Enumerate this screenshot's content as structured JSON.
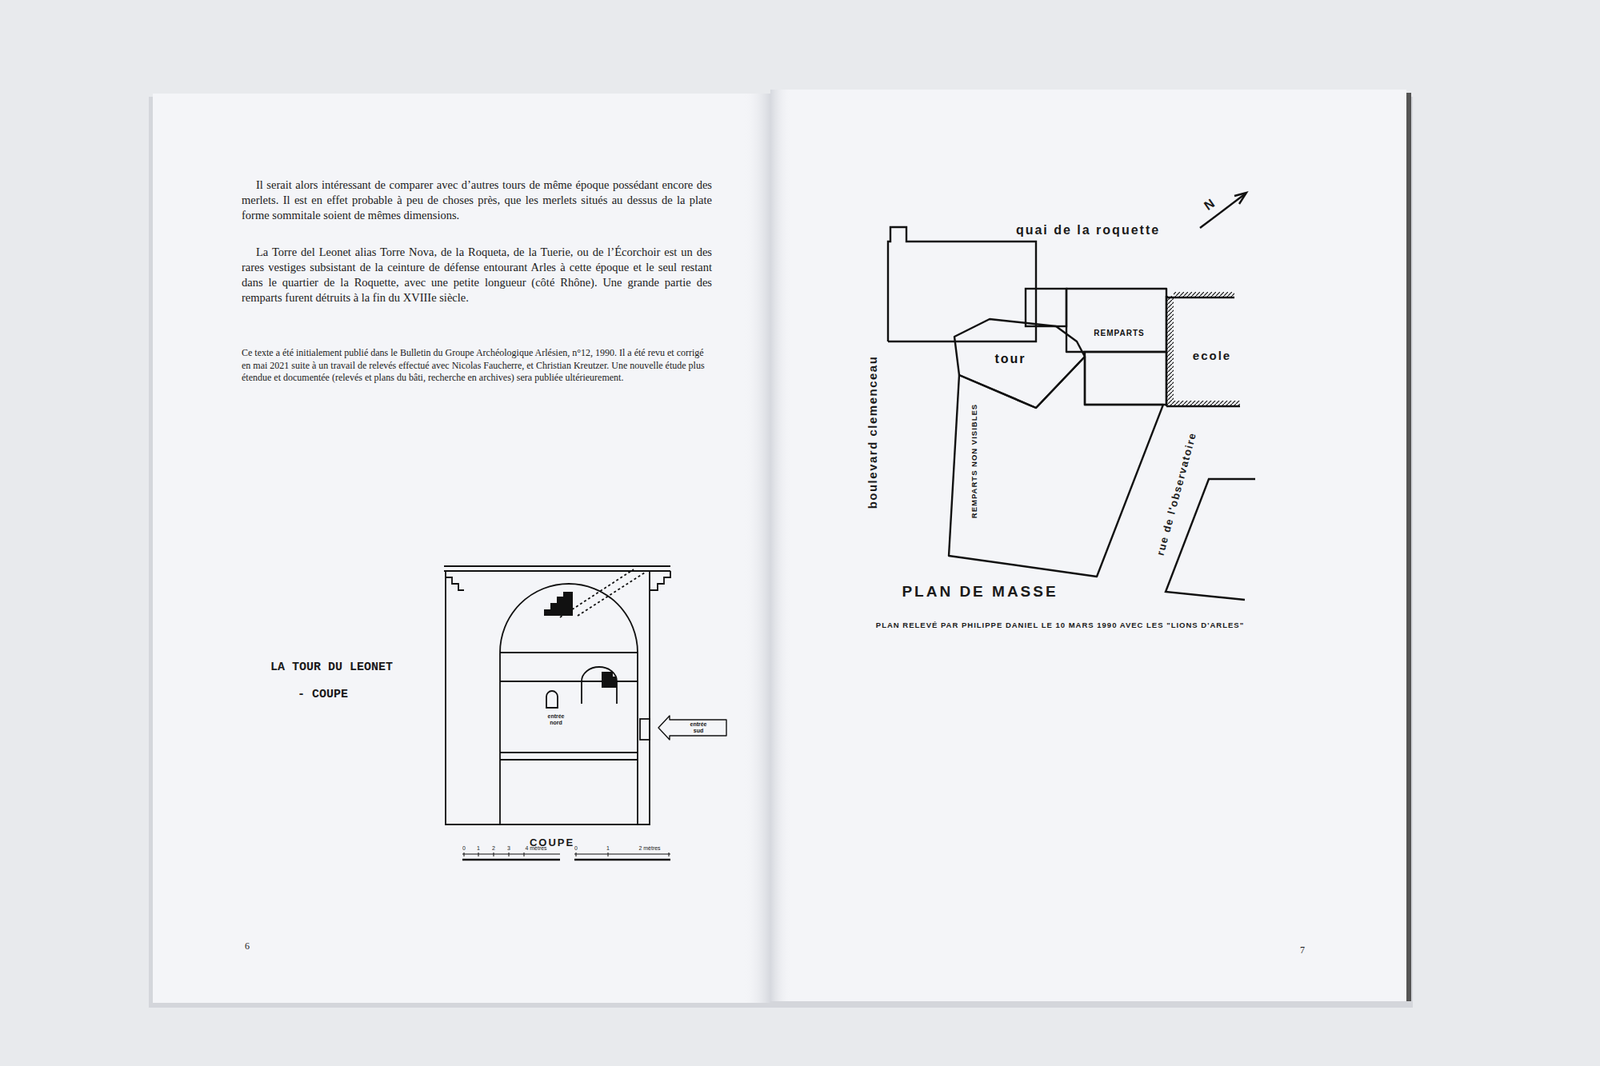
{
  "diagram": {
    "nodes": [
      {
        "text": [
          "tour"
        ]
      },
      {
        "text": [
          "REMPARTS"
        ]
      },
      {
        "text": [
          "REMPARTS NON VISIBLES"
        ]
      },
      {
        "text": [
          "entrée sud"
        ]
      }
    ],
    "labels": [
      "Il serait alors intéressant de comparer avec d’autres tours de même époque possédant encore des merlets. Il est en effet probable à peu de choses près, que les merlets situés au dessus de la plate forme sommitale soient de mêmes dimensions.",
      "La Torre del Leonet alias Torre Nova, de la Roqueta, de la Tuerie, ou de l’Écorchoir est un des rares vestiges subsistant de la ceinture de défense entourant Arles à cette époque et le seul restant dans le quartier de la Roquette, avec une petite longueur (côté Rhône). Une grande partie des remparts furent détruits à la fin du XVIIIe siècle.",
      "Ce texte a été initialement publié dans le Bulletin du Groupe Archéologique Arlésien, n°12, 1990. Il a été revu et corrigé en mai 2021 suite à un travail de relevés effectué avec Nicolas Faucherre, et Christian Kreutzer. Une nouvelle étude plus étendue et documentée (relevés et plans du bâti, recherche en archives) sera publiée ultérieurement.",
      "LA TOUR DU LEONET",
      "- COUPE",
      "entrée nord",
      "COUPE",
      "0",
      "1",
      "2",
      "3",
      "4 mètres",
      "0",
      "1",
      "2 mètres",
      "quai de la roquette",
      "N",
      "ecole",
      "boulevard clemenceau",
      "rue de l'observatoire",
      "PLAN DE MASSE",
      "PLAN RELEVÉ PAR PHILIPPE DANIEL LE 10 MARS 1990 AVEC LES \"LIONS D'ARLES\"",
      "6",
      "7"
    ]
  }
}
